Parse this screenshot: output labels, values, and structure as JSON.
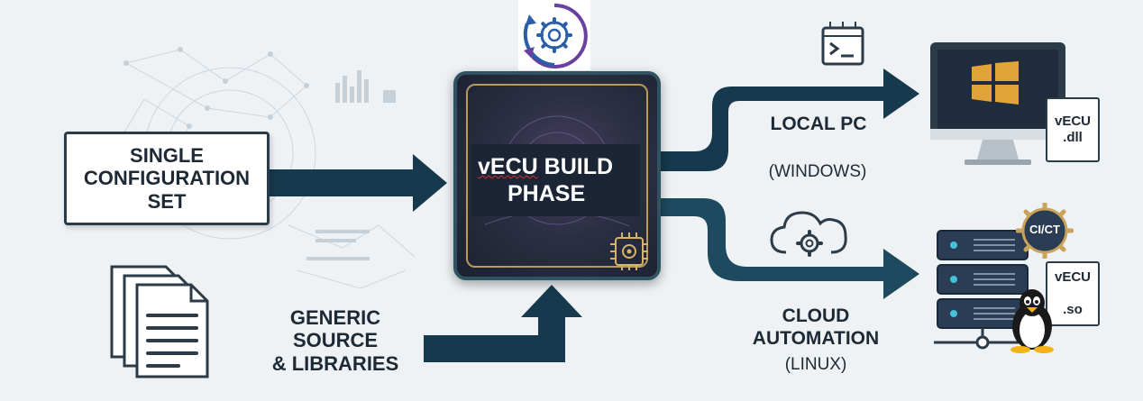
{
  "config_box": {
    "line1": "SINGLE",
    "line2": "CONFIGURATION",
    "line3": "SET"
  },
  "sources": {
    "line1": "GENERIC",
    "line2": "SOURCE",
    "line3": "& LIBRARIES"
  },
  "build": {
    "line1_prefix": "vECU",
    "line1_suffix": " BUILD",
    "line2": "PHASE"
  },
  "local": {
    "title": "LOCAL PC",
    "os": "(WINDOWS)",
    "artifact_line1": "vECU",
    "artifact_line2": ".dll"
  },
  "cloud": {
    "title_line1": "CLOUD",
    "title_line2": "AUTOMATION",
    "os": "(LINUX)",
    "badge": "CI/CT",
    "artifact_line1": "vECU",
    "artifact_line2": ".so"
  },
  "colors": {
    "arrow": "#16394d",
    "arrow_light": "#3d6a80",
    "box_border": "#2c3b48",
    "logo_ring": "#6b3fa0",
    "logo_gear": "#2a5ea8",
    "windows": "#e2a33a",
    "server": "#2b3d55",
    "led": "#43c2d8"
  },
  "icons": [
    "documents-icon",
    "terminal-icon",
    "cloud-gear-icon",
    "chip-gear-icon",
    "logo-gear-icon",
    "monitor-icon",
    "windows-logo-icon",
    "server-rack-icon",
    "linux-penguin-icon"
  ]
}
